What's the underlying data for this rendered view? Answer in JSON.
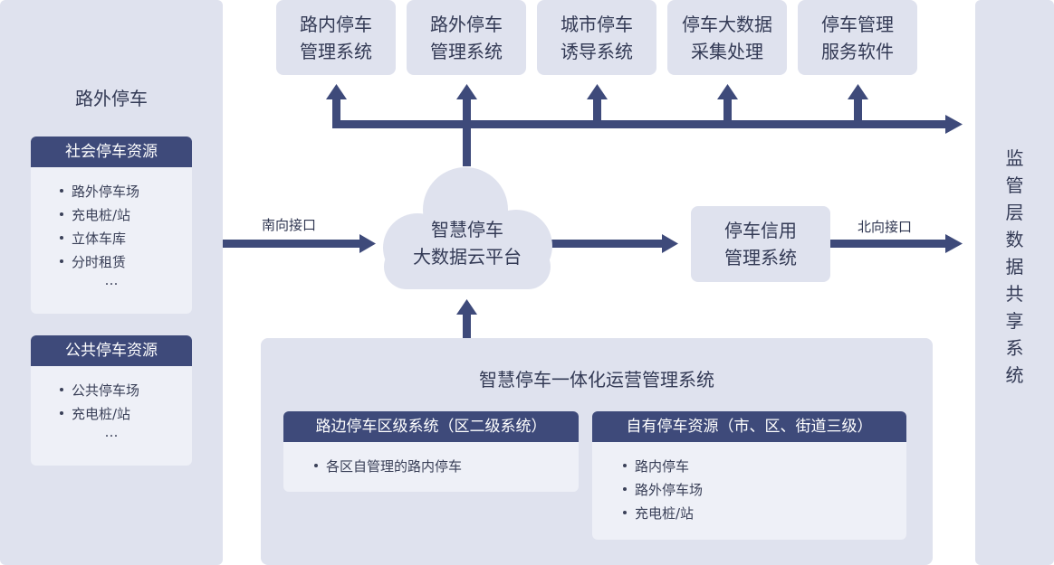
{
  "left": {
    "title": "路外停车",
    "social": {
      "title": "社会停车资源",
      "items": [
        "路外停车场",
        "充电桩/站",
        "立体车库",
        "分时租赁"
      ],
      "more": "…"
    },
    "public": {
      "title": "公共停车资源",
      "items": [
        "公共停车场",
        "充电桩/站"
      ],
      "more": "…"
    }
  },
  "top_systems": [
    "路内停车\n管理系统",
    "路外停车\n管理系统",
    "城市停车\n诱导系统",
    "停车大数据\n采集处理",
    "停车管理\n服务软件"
  ],
  "south_label": "南向接口",
  "north_label": "北向接口",
  "cloud": "智慧停车\n大数据云平台",
  "credit": "停车信用\n管理系统",
  "right_panel": "监\n管\n层\n数\n据\n共\n享\n系\n统",
  "bottom": {
    "title": "智慧停车一体化运营管理系统",
    "roadside": {
      "title": "路边停车区级系统（区二级系统）",
      "items": [
        "各区自管理的路内停车"
      ]
    },
    "own": {
      "title": "自有停车资源（市、区、街道三级）",
      "items": [
        "路内停车",
        "路外停车场",
        "充电桩/站"
      ]
    }
  },
  "colors": {
    "accent": "#3e4a7a",
    "panel": "#dfe2ee",
    "card": "#eef0f7"
  }
}
